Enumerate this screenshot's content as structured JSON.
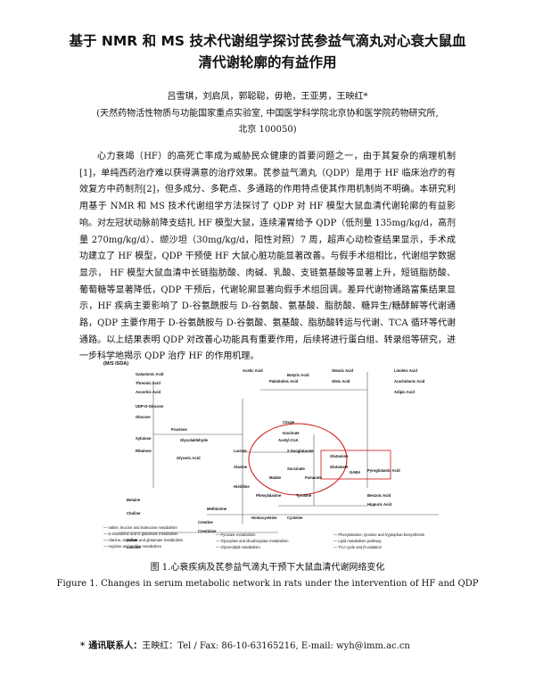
{
  "title_line1": "基于 NMR 和 MS 技术代谢组学探讨芪参益气滴丸对心衰大鼠血",
  "title_line2": "清代谢轮廓的有益作用",
  "authors": "吕雪琪，刘启凤，郭聪聪，毋艳，王亚男，王映红*",
  "affiliation_line1": "(天然药物活性物质与功能国家重点实验室, 中国医学科学院北京协和医学院药物研究所,",
  "affiliation_line2": "北京  100050)",
  "abstract": "心力衰竭（HF）的高死亡率成为威胁民众健康的首要问题之一，由于其复杂的病理机制[1]，单纯西药治疗难以获得满意的治疗效果。芪参益气滴丸（QDP）是用于 HF 临床治疗的有效复方中药制剂[2]，但多成分、多靶点、多通路的作用特点使其作用机制尚不明确。本研究利用基于 NMR 和 MS 技术代谢组学方法探讨了 QDP 对 HF 模型大鼠血清代谢轮廓的有益影响。对左冠状动脉前降支结扎 HF 模型大鼠，连续灌胃给予 QDP（低剂量 135mg/kg/d，高剂量 270mg/kg/d）、缬沙坦（30mg/kg/d，阳性对照）7 周，超声心动检查结果显示，手术成功建立了 HF 模型，QDP 干预使 HF 大鼠心脏功能显著改善。与假手术组相比，代谢组学数据显示， HF 模型大鼠血清中长链脂肪酸、肉碱、乳酸、支链氨基酸等显著上升，短链脂肪酸、葡萄糖等显著降低，QDP 干预后，代谢轮廓显著向假手术组回调。差异代谢物通路富集结果显示，HF 疾病主要影响了 D-谷氨酰胺与 D-谷氨酸、氨基酸、脂肪酸、糖异生/糖酵解等代谢通路，QDP 主要作用于 D-谷氨酰胺与 D-谷氨酸、氨基酸、脂肪酸转运与代谢、TCA 循环等代谢通路。以上结果表明 QDP 对改善心功能具有重要作用，后续将进行蛋白组、转录组等研究，进一步科学地揭示 QDP 治疗 HF 的作用机理。",
  "figure": {
    "header": "(M/S ISDA)",
    "nodes": [
      "Galactonic Acid",
      "Threonic Acid",
      "Ascorbic Acid",
      "UDP-D-Glucose",
      "Glucose",
      "Xylulose",
      "Ribulose",
      "Fructose",
      "Glycolaldehyde",
      "Glyceric Acid",
      "Acetyl-CoA",
      "Lactate",
      "Alanine",
      "Citrate",
      "Isocitrate",
      "2-Oxoglutarate",
      "Succinate",
      "Malate",
      "Fumarate",
      "Glutamine",
      "Glutamate",
      "GABA",
      "Histidine",
      "Betaine",
      "Choline",
      "Methionine",
      "Tyrosine",
      "Phenylalanine",
      "Creatine",
      "Creatinine",
      "Homocysteine",
      "Cysteine",
      "Benzoic Acid",
      "Hippuric Acid",
      "Pyroglutamic Acid",
      "Butyric Acid",
      "Acetic Acid",
      "Palmitoleic Acid",
      "Stearic Acid",
      "Linoleic Acid",
      "Arachidonic Acid",
      "Adipic Acid",
      "Oleic Acid",
      "Valine",
      "Leucine"
    ],
    "legend_left": [
      "Valine, leucine and isoleucine metabolism",
      "D-Glutamine and D-glutamate metabolism",
      "Alanine, aspartate and glutamate metabolism",
      "Arginine and proline metabolism"
    ],
    "legend_mid": [
      "Pyruvate metabolism",
      "Glyoxylate and dicarboxylate metabolism",
      "Glycerolipid metabolism"
    ],
    "legend_right": [
      "Phenylalanine, tyrosine and tryptophan biosynthesis",
      "Lipid metabolism pathway",
      "TCA cycle and β-oxidation"
    ]
  },
  "caption_cn": "图 1.心衰疾病及芪参益气滴丸干预下大鼠血清代谢网络变化",
  "caption_en": "Figure 1. Changes in serum metabolic network in rats under the intervention of HF and QDP",
  "contact_star": "*",
  "contact_label": "通讯联系人：",
  "contact_text": "王映红：Tel / Fax: 86-10-63165216, E-mail: wyh@imm.ac.cn",
  "colors": {
    "red": "#cc1111",
    "text": "#111111"
  }
}
